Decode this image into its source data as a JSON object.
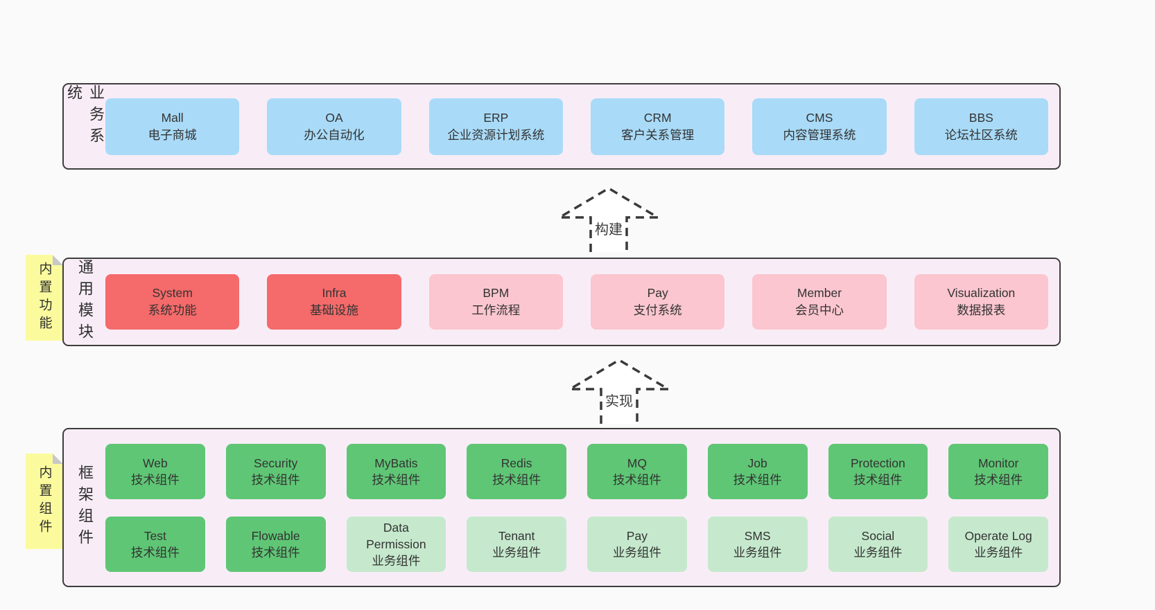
{
  "colors": {
    "page-bg": "#fafafa",
    "panel-bg": "#f8edf7",
    "panel-border": "#3d3d3d",
    "text": "#333333",
    "note-yellow": "#fbfb9e",
    "note-fold": "#c8c8c8",
    "arrow-stroke": "#3a3a3a",
    "blue": "#a9dbf8",
    "red": "#f56a6a",
    "pink": "#fbc6cf",
    "green": "#5fc675",
    "lightgreen": "#c6e9cd"
  },
  "arrows": [
    {
      "label": "构建"
    },
    {
      "label": "实现"
    }
  ],
  "layers": [
    {
      "label": "业务系统",
      "note": null,
      "rows": [
        [
          {
            "en": "Mall",
            "zh": "电子商城",
            "variant": "blue"
          },
          {
            "en": "OA",
            "zh": "办公自动化",
            "variant": "blue"
          },
          {
            "en": "ERP",
            "zh": "企业资源计划系统",
            "variant": "blue"
          },
          {
            "en": "CRM",
            "zh": "客户关系管理",
            "variant": "blue"
          },
          {
            "en": "CMS",
            "zh": "内容管理系统",
            "variant": "blue"
          },
          {
            "en": "BBS",
            "zh": "论坛社区系统",
            "variant": "blue"
          }
        ]
      ]
    },
    {
      "label": "通用模块",
      "note": "内置功能",
      "rows": [
        [
          {
            "en": "System",
            "zh": "系统功能",
            "variant": "red"
          },
          {
            "en": "Infra",
            "zh": "基础设施",
            "variant": "red"
          },
          {
            "en": "BPM",
            "zh": "工作流程",
            "variant": "pink"
          },
          {
            "en": "Pay",
            "zh": "支付系统",
            "variant": "pink"
          },
          {
            "en": "Member",
            "zh": "会员中心",
            "variant": "pink"
          },
          {
            "en": "Visualization",
            "zh": "数据报表",
            "variant": "pink"
          }
        ]
      ]
    },
    {
      "label": "框架组件",
      "note": "内置组件",
      "rows": [
        [
          {
            "en": "Web",
            "zh": "技术组件",
            "variant": "green"
          },
          {
            "en": "Security",
            "zh": "技术组件",
            "variant": "green"
          },
          {
            "en": "MyBatis",
            "zh": "技术组件",
            "variant": "green"
          },
          {
            "en": "Redis",
            "zh": "技术组件",
            "variant": "green"
          },
          {
            "en": "MQ",
            "zh": "技术组件",
            "variant": "green"
          },
          {
            "en": "Job",
            "zh": "技术组件",
            "variant": "green"
          },
          {
            "en": "Protection",
            "zh": "技术组件",
            "variant": "green"
          },
          {
            "en": "Monitor",
            "zh": "技术组件",
            "variant": "green"
          }
        ],
        [
          {
            "en": "Test",
            "zh": "技术组件",
            "variant": "green"
          },
          {
            "en": "Flowable",
            "zh": "技术组件",
            "variant": "green"
          },
          {
            "en": "Data Permission",
            "zh": "业务组件",
            "variant": "lightgreen"
          },
          {
            "en": "Tenant",
            "zh": "业务组件",
            "variant": "lightgreen"
          },
          {
            "en": "Pay",
            "zh": "业务组件",
            "variant": "lightgreen"
          },
          {
            "en": "SMS",
            "zh": "业务组件",
            "variant": "lightgreen"
          },
          {
            "en": "Social",
            "zh": "业务组件",
            "variant": "lightgreen"
          },
          {
            "en": "Operate Log",
            "zh": "业务组件",
            "variant": "lightgreen"
          }
        ]
      ]
    }
  ]
}
